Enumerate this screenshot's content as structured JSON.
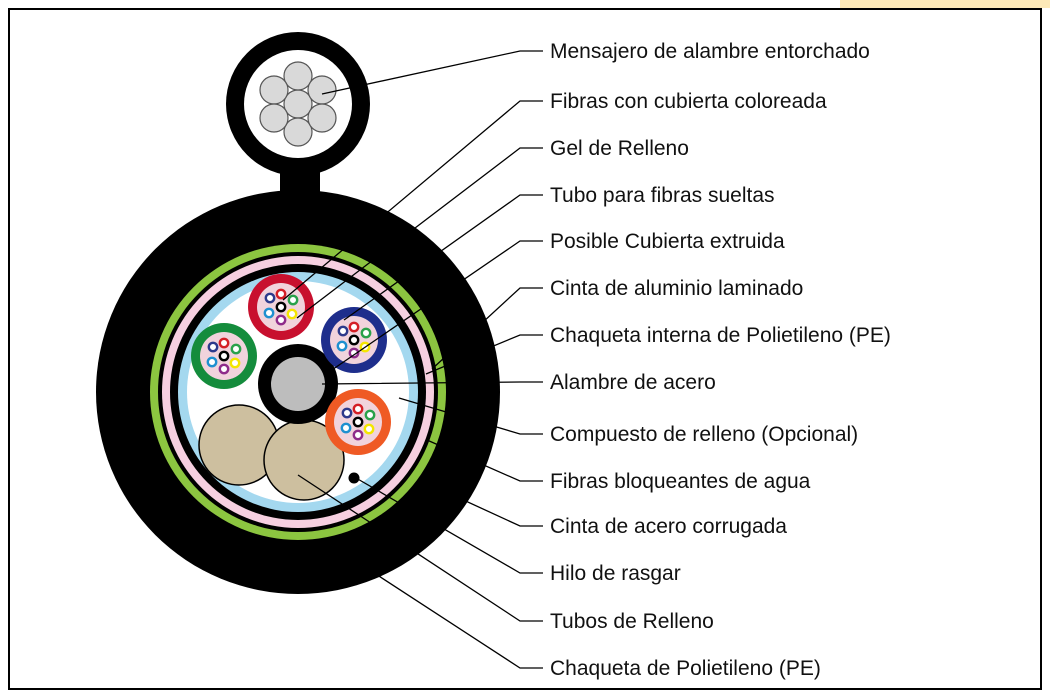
{
  "labels": [
    "Mensajero de alambre entorchado",
    "Fibras con cubierta coloreada",
    "Gel de Relleno",
    "Tubo para fibras sueltas",
    "Posible Cubierta extruida",
    "Cinta de aluminio laminado",
    "Chaqueta interna de Polietileno (PE)",
    "Alambre de acero",
    "Compuesto de relleno (Opcional)",
    "Fibras bloqueantes de agua",
    "Cinta de acero corrugada",
    "Hilo de rasgar",
    "Tubos de Relleno",
    "Chaqueta de Polietileno (PE)"
  ],
  "colors": {
    "outer_jacket": "#000000",
    "corrugated_tape": "#8cc540",
    "water_blocking": "#f6cfe0",
    "aluminum_tape": "#000000",
    "inner_jacket": "#a4d8ef",
    "filling_tube": "#cdbf9f",
    "tube_red": "#c8102e",
    "tube_blue": "#1e2e8c",
    "tube_green": "#148c3c",
    "tube_orange": "#ef5a24",
    "steel_wire": "#bdbdbd",
    "messenger_strand": "#d9d9d9"
  }
}
